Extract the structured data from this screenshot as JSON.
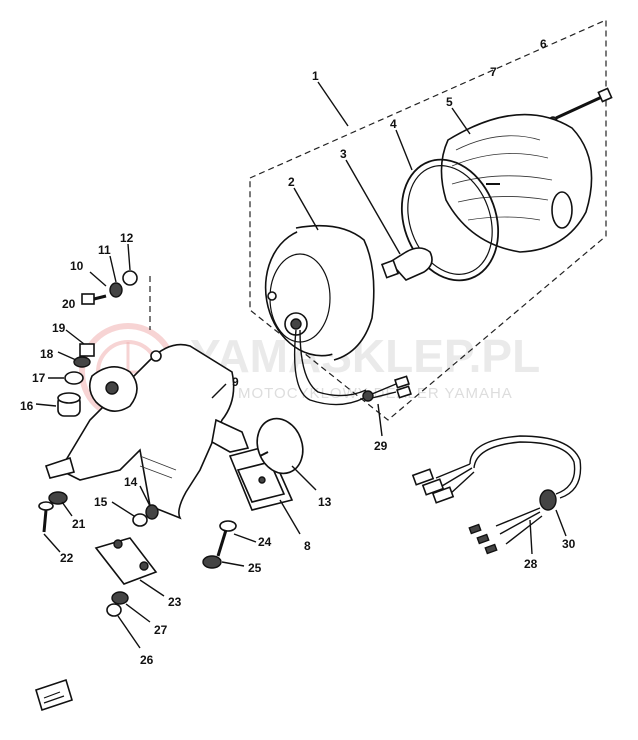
{
  "diagram": {
    "callouts": [
      "1",
      "2",
      "3",
      "4",
      "5",
      "6",
      "7",
      "8",
      "9",
      "10",
      "11",
      "12",
      "13",
      "14",
      "15",
      "16",
      "17",
      "18",
      "19",
      "20",
      "21",
      "22",
      "23",
      "24",
      "25",
      "26",
      "27",
      "28",
      "29",
      "30"
    ]
  },
  "watermark": {
    "main": "YAMASKLEP.PL",
    "sub": "MOTOCYKLOWY DEALER YAMAHA"
  },
  "icons": {
    "logo": "watermark-logo-icon",
    "corner": "front-direction-arrow-icon"
  }
}
